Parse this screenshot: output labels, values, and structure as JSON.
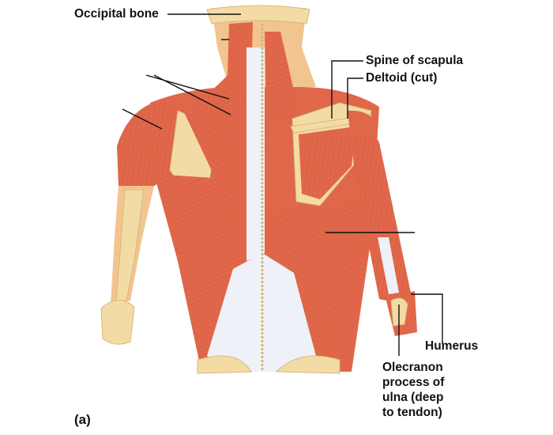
{
  "labels": {
    "occipital_bone": "Occipital bone",
    "spine_of_scapula": "Spine of scapula",
    "deltoid_cut": "Deltoid (cut)",
    "humerus": "Humerus",
    "olecranon_lines": [
      "Olecranon",
      "process of",
      "ulna (deep",
      "to tendon)"
    ],
    "figure_tag": "(a)"
  },
  "colors": {
    "muscle": "#e0674a",
    "muscle_dark": "#b9402c",
    "muscle_light": "#f09a7c",
    "bone": "#f3dba6",
    "bone_shadow": "#d9b878",
    "skin": "#f2c48f",
    "fascia": "#eef1f7",
    "leader_line": "#111111"
  }
}
